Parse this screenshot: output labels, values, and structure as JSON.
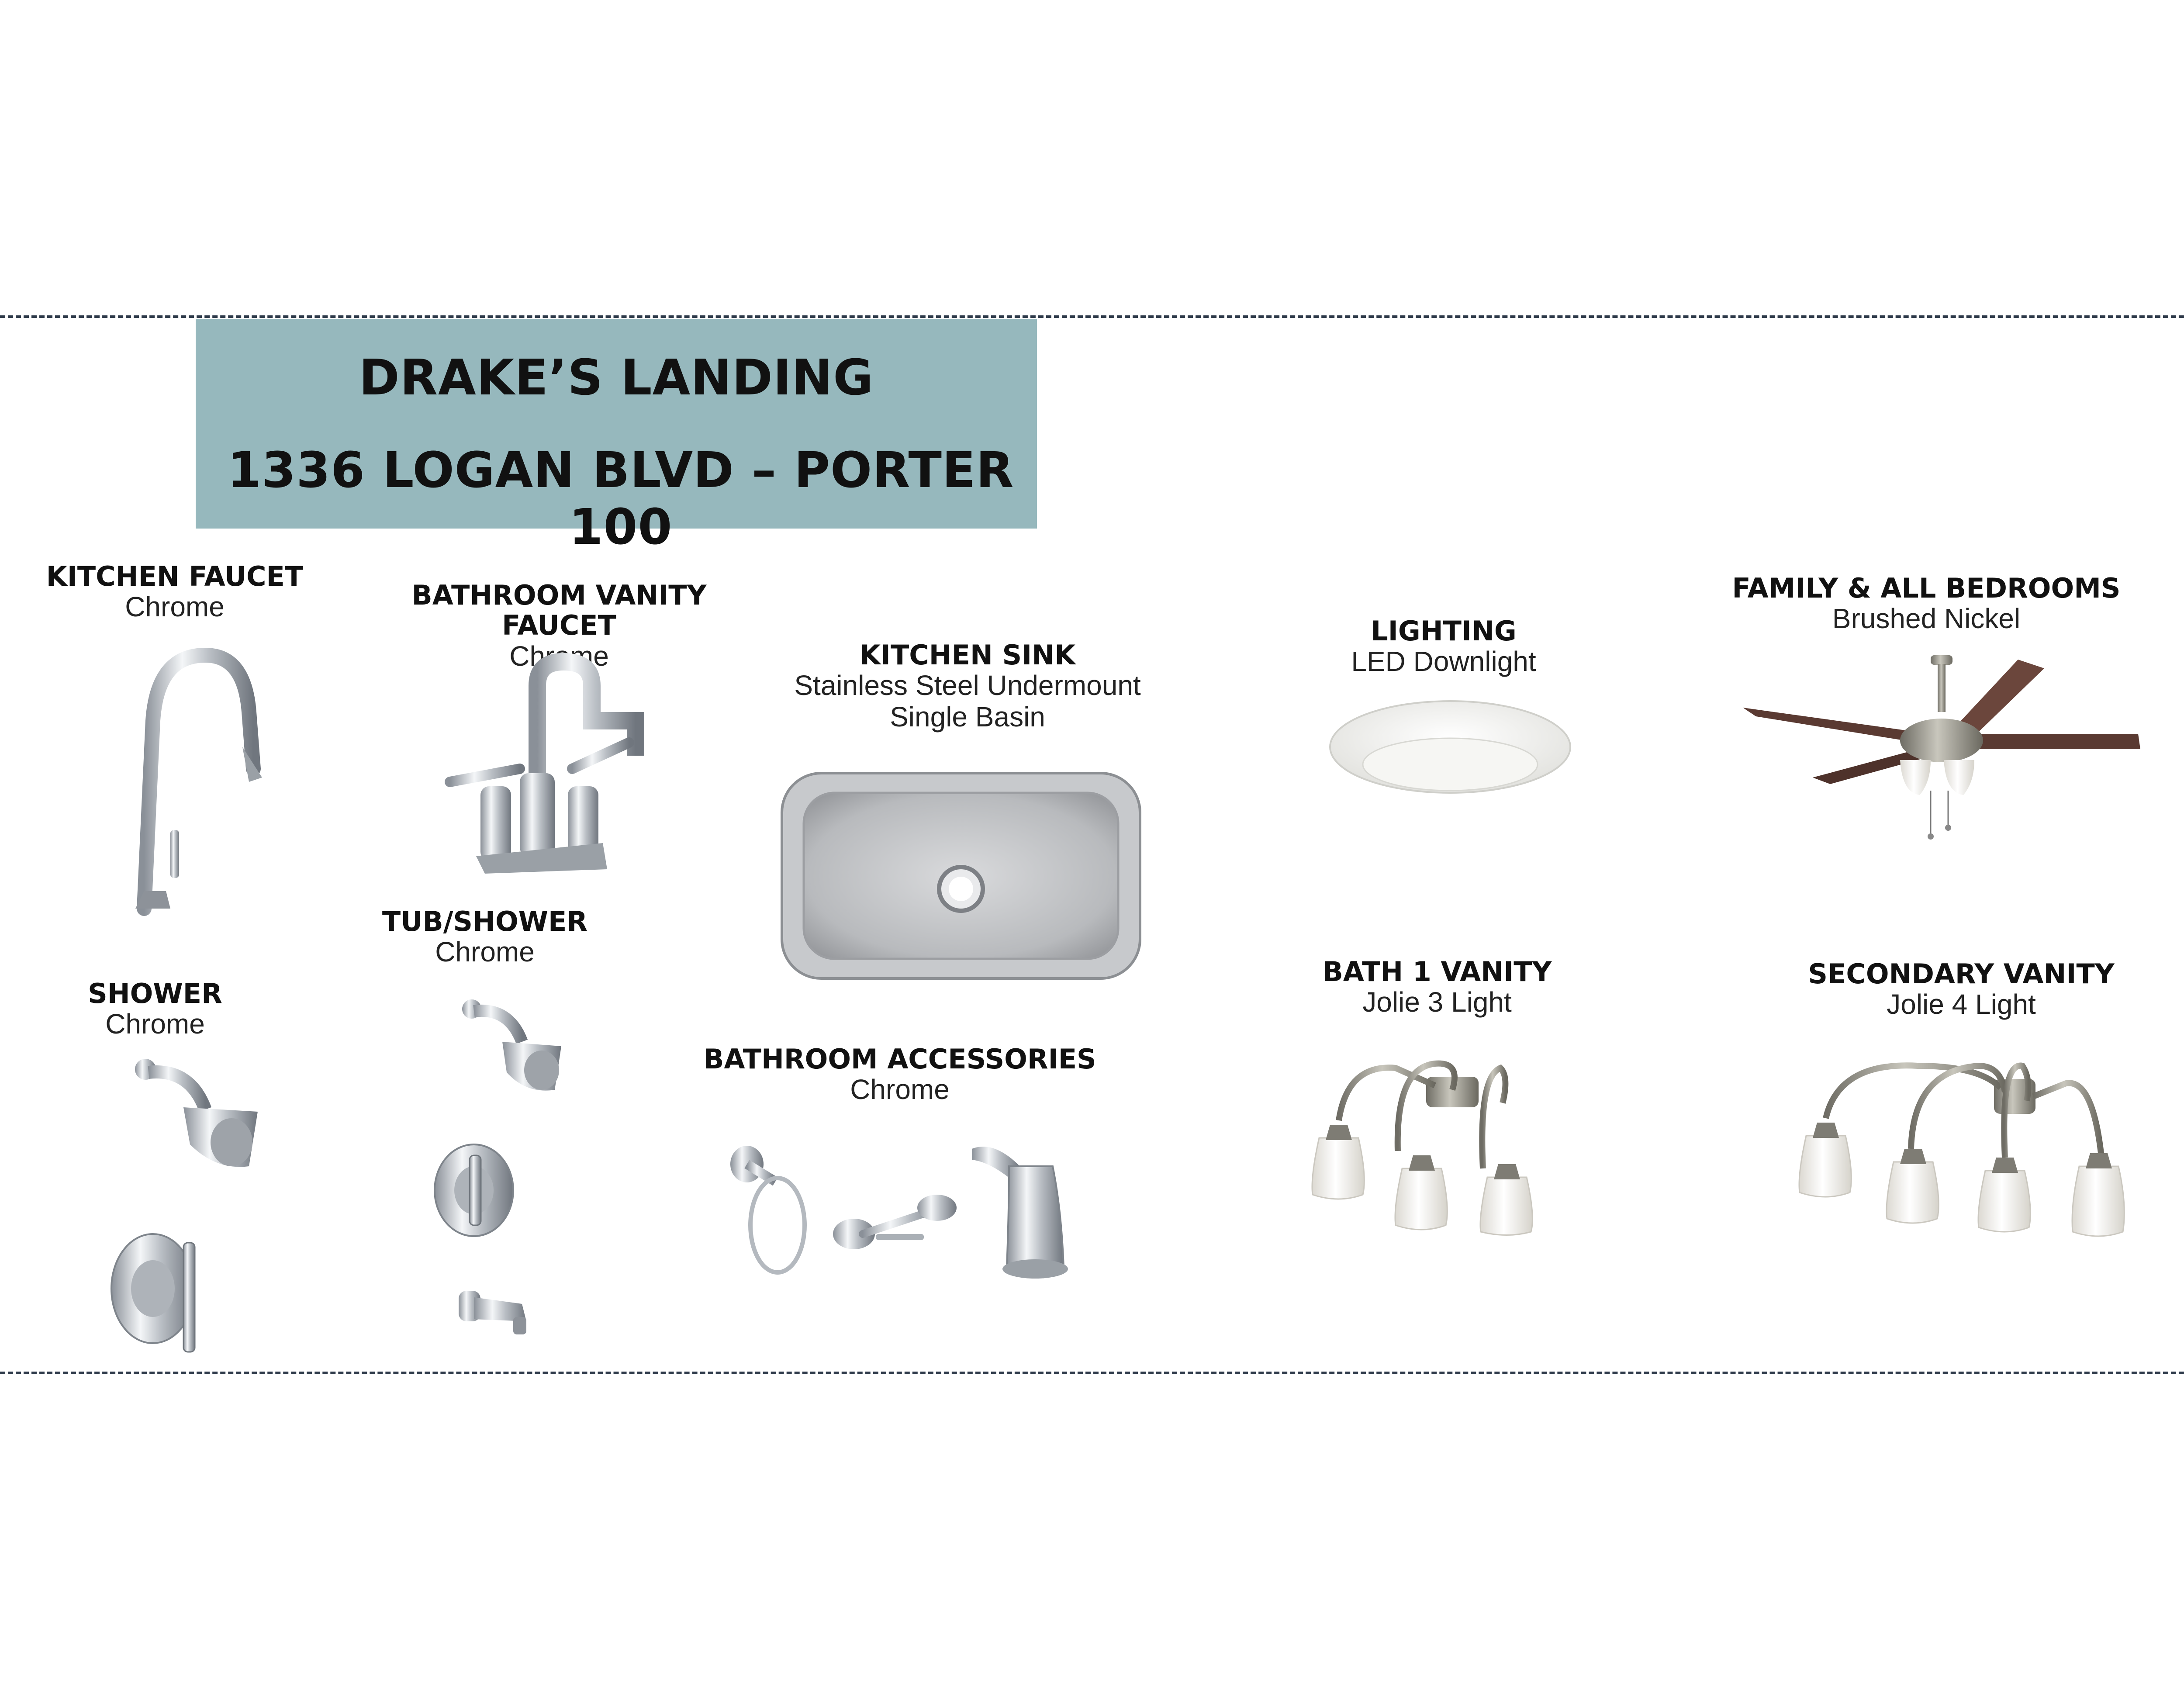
{
  "header": {
    "title": "DRAKE’S LANDING",
    "subtitle": "1336 LOGAN BLVD – PORTER 100"
  },
  "colors": {
    "banner": "#96b8bd",
    "chrome": "#c9cdd2",
    "nickel": "#9a9a90",
    "blade": "#5a3a32",
    "glass": "#f1efe9"
  },
  "items": {
    "kitchen_faucet": {
      "label": "KITCHEN FAUCET",
      "finish": "Chrome"
    },
    "bathroom_vanity_faucet": {
      "label": "BATHROOM VANITY FAUCET",
      "finish": "Chrome"
    },
    "kitchen_sink": {
      "label": "KITCHEN SINK",
      "finish_line1": "Stainless Steel Undermount",
      "finish_line2": "Single Basin"
    },
    "lighting": {
      "label": "LIGHTING",
      "finish": "LED Downlight"
    },
    "family_bedrooms": {
      "label": "FAMILY & ALL BEDROOMS",
      "finish": "Brushed Nickel"
    },
    "tub_shower": {
      "label": "TUB/SHOWER",
      "finish": "Chrome"
    },
    "shower": {
      "label": "SHOWER",
      "finish": "Chrome"
    },
    "bathroom_accessories": {
      "label": "BATHROOM ACCESSORIES",
      "finish": "Chrome"
    },
    "bath1_vanity": {
      "label": "BATH 1 VANITY",
      "finish": "Jolie 3 Light"
    },
    "secondary_vanity": {
      "label": "SECONDARY VANITY",
      "finish": "Jolie 4 Light"
    }
  }
}
